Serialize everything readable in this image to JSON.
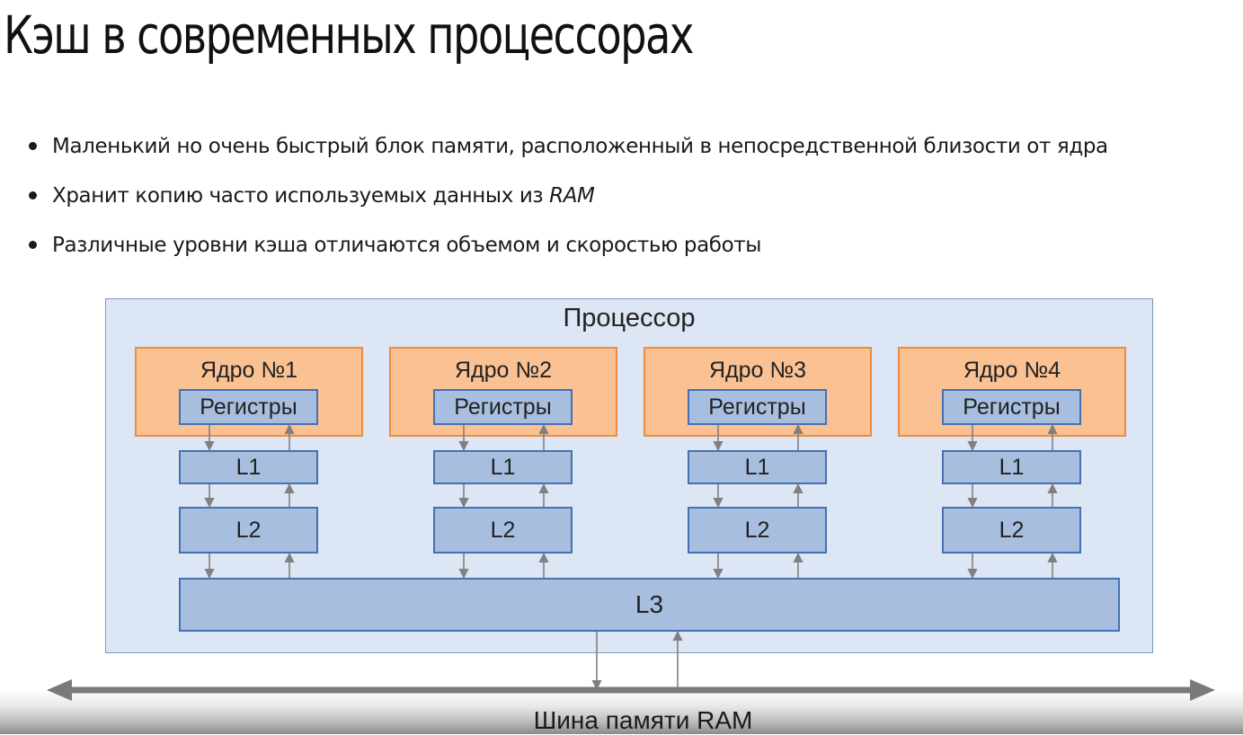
{
  "slide": {
    "title": "Кэш в современных процессорах",
    "bullets": [
      {
        "text": "Маленький но очень быстрый блок памяти, расположенный в непосредственной близости от ядра",
        "emph": ""
      },
      {
        "text": "Хранит копию часто используемых данных из ",
        "emph": "RAM"
      },
      {
        "text": "Различные уровни кэша отличаются объемом и скоростью работы",
        "emph": ""
      }
    ]
  },
  "diagram": {
    "processor_label": "Процессор",
    "cores": [
      {
        "label": "Ядро №1",
        "registers": "Регистры",
        "l1": "L1",
        "l2": "L2"
      },
      {
        "label": "Ядро №2",
        "registers": "Регистры",
        "l1": "L1",
        "l2": "L2"
      },
      {
        "label": "Ядро №3",
        "registers": "Регистры",
        "l1": "L1",
        "l2": "L2"
      },
      {
        "label": "Ядро №4",
        "registers": "Регистры",
        "l1": "L1",
        "l2": "L2"
      }
    ],
    "l3_label": "L3",
    "bus_label": "Шина памяти RAM",
    "colors": {
      "processor_fill": "#dde6f5",
      "core_fill": "#fac193",
      "core_border": "#ec8c3d",
      "cache_fill": "#a7bedf",
      "cache_border": "#4670b4",
      "arrow": "#808080"
    }
  }
}
